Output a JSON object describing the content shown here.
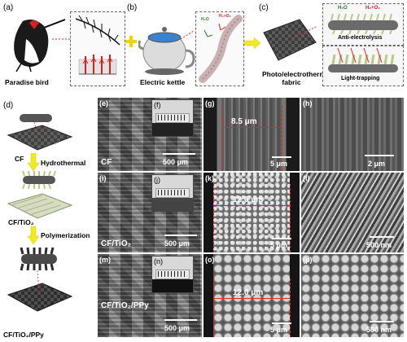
{
  "panel_letters": {
    "a": "(a)",
    "b": "(b)",
    "c": "(c)",
    "d": "(d)",
    "e": "(e)",
    "f": "(f)",
    "g": "(g)",
    "h": "(h)",
    "i": "(i)",
    "j": "(j)",
    "k": "(k)",
    "l": "(l)",
    "m": "(m)",
    "n": "(n)",
    "o": "(o)",
    "p": "(p)"
  },
  "top": {
    "bird_caption": "Paradise bird",
    "kettle_caption": "Electric kettle",
    "fabric_caption_line1": "Photo/electrothermal",
    "fabric_caption_line2": "fabric",
    "anti_electrolysis": "Anti-electrolysis",
    "light_trapping": "Light-trapping",
    "h2o": "H₂O",
    "h2o2": "H₂+O₂"
  },
  "process": {
    "cf": "CF",
    "hydrothermal": "Hydrothermal",
    "cf_tio2": "CF/TiO₂",
    "polymerization": "Polymerization",
    "cf_tio2_ppy": "CF/TiO₂/PPy"
  },
  "sem": {
    "row1_label": "CF",
    "row2_label": "CF/TiO₂",
    "row3_label": "CF/TiO₂/PPy",
    "e_scale": "500 μm",
    "g_dim": "8.5 μm",
    "g_scale": "5 μm",
    "h_scale": "2 μm",
    "j_scale": "500 μm",
    "k_dim": "12.0 μm",
    "k_scale": "5 μm",
    "l_scale": "500 nm",
    "n_scale": "500 μm",
    "o_dim": "12.0 μm",
    "o_scale": "5 μm",
    "p_scale": "500 nm"
  },
  "colors": {
    "accent_red": "#e22222",
    "arrow_yellow": "#f2ea1c",
    "plus_yellow": "#f0d400",
    "fiber_green": "#b9c98a"
  }
}
